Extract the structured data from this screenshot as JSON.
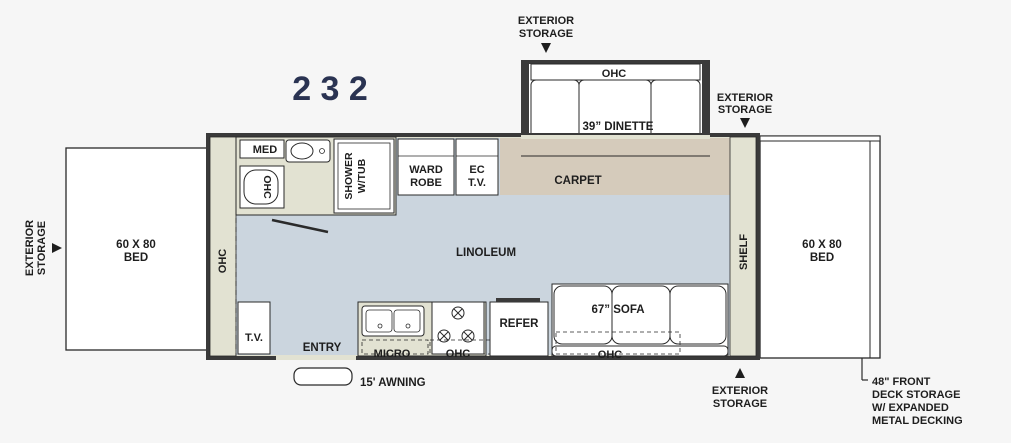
{
  "model": "2 3 2",
  "exterior_storage_top": [
    "EXTERIOR",
    "STORAGE"
  ],
  "exterior_storage_right_top": [
    "EXTERIOR",
    "STORAGE"
  ],
  "exterior_storage_left": [
    "EXTERIOR",
    "STORAGE"
  ],
  "exterior_storage_bottom": [
    "EXTERIOR",
    "STORAGE"
  ],
  "slide_ohc": "OHC",
  "dinette": "39” DINETTE",
  "med": "MED",
  "toilet_ohc": "OHC",
  "shower": [
    "SHOWER",
    "W/TUB"
  ],
  "wardrobe": [
    "WARD",
    "ROBE"
  ],
  "ec_tv": [
    "EC",
    "T.V."
  ],
  "carpet": "CARPET",
  "linoleum": "LINOLEUM",
  "left_ohc": "OHC",
  "left_bed": [
    "60 X 80",
    "BED"
  ],
  "right_bed": [
    "60 X 80",
    "BED"
  ],
  "shelf": "SHELF",
  "tv": "T.V.",
  "entry": "ENTRY",
  "micro": "MICRO",
  "kitchen_ohc": "OHC",
  "refer": "REFER",
  "sofa": "67” SOFA",
  "sofa_ohc": "OHC",
  "awning": "15' AWNING",
  "front_deck": [
    "48\" FRONT",
    "DECK STORAGE",
    "W/ EXPANDED",
    "METAL DECKING"
  ],
  "colors": {
    "background": "#f6f6f6",
    "wall": "#3a3a3a",
    "trim": "#e2e2d2",
    "linoleum": "#cbd5de",
    "carpet": "#d5cbbb",
    "model": "#2a3352"
  }
}
